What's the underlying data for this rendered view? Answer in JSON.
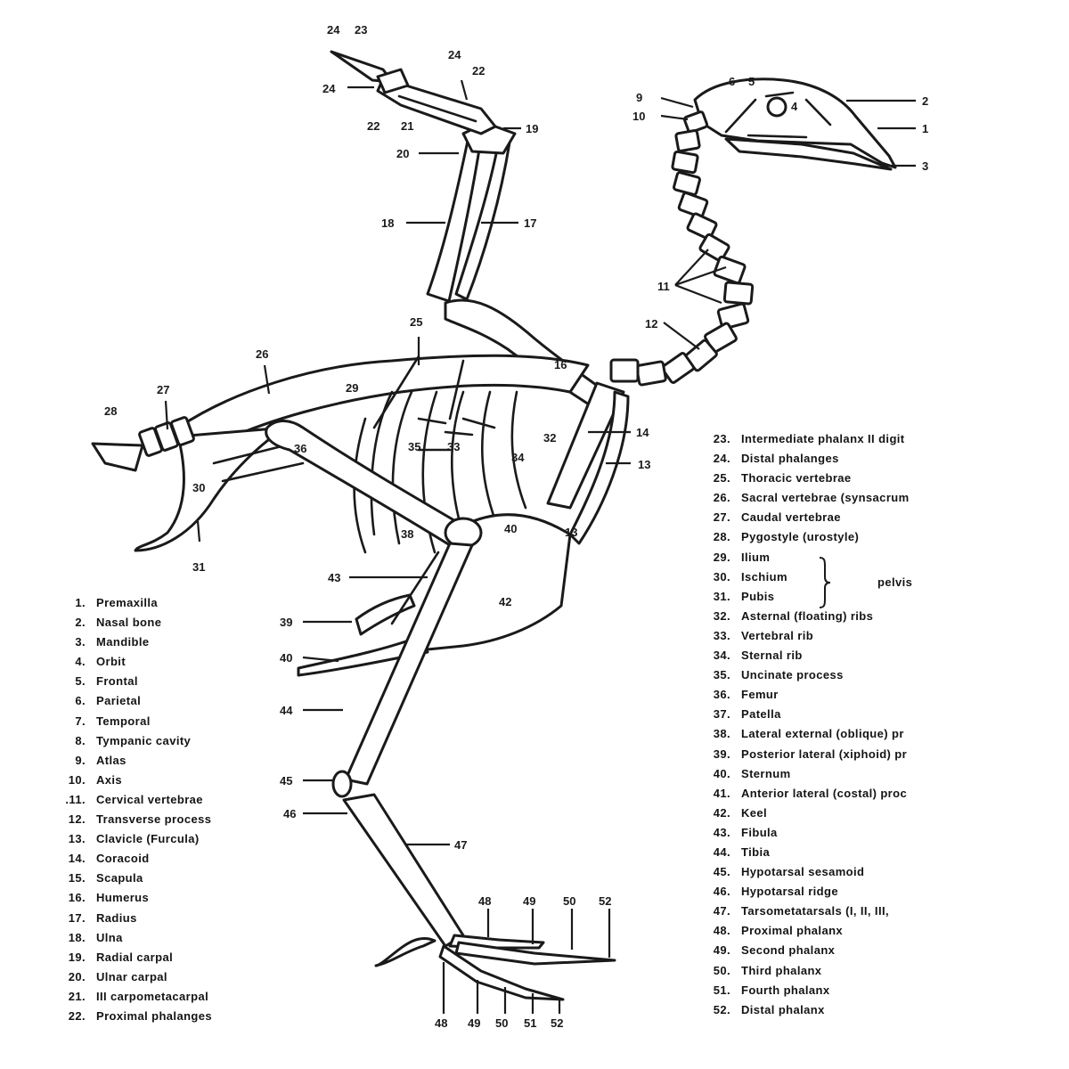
{
  "figure": {
    "callouts": [
      "1",
      "2",
      "3",
      "4",
      "5",
      "6",
      "9",
      "10",
      "11",
      "12",
      "13",
      "14",
      "16",
      "17",
      "18",
      "19",
      "20",
      "21",
      "22",
      "23",
      "24",
      "25",
      "26",
      "27",
      "28",
      "29",
      "30",
      "31",
      "32",
      "33",
      "34",
      "35",
      "36",
      "38",
      "39",
      "40",
      "42",
      "43",
      "44",
      "45",
      "46",
      "47",
      "48",
      "49",
      "50",
      "51",
      "52"
    ]
  },
  "legend": {
    "left": [
      {
        "num": "1.",
        "label": "Premaxilla"
      },
      {
        "num": "2.",
        "label": "Nasal bone"
      },
      {
        "num": "3.",
        "label": "Mandible"
      },
      {
        "num": "4.",
        "label": "Orbit"
      },
      {
        "num": "5.",
        "label": "Frontal"
      },
      {
        "num": "6.",
        "label": "Parietal"
      },
      {
        "num": "7.",
        "label": "Temporal"
      },
      {
        "num": "8.",
        "label": "Tympanic cavity"
      },
      {
        "num": "9.",
        "label": "Atlas"
      },
      {
        "num": "10.",
        "label": "Axis"
      },
      {
        "num": ".11.",
        "label": "Cervical vertebrae"
      },
      {
        "num": "12.",
        "label": "Transverse process"
      },
      {
        "num": "13.",
        "label": "Clavicle (Furcula)"
      },
      {
        "num": "14.",
        "label": "Coracoid"
      },
      {
        "num": "15.",
        "label": "Scapula"
      },
      {
        "num": "16.",
        "label": "Humerus"
      },
      {
        "num": "17.",
        "label": "Radius"
      },
      {
        "num": "18.",
        "label": "Ulna"
      },
      {
        "num": "19.",
        "label": "Radial carpal"
      },
      {
        "num": "20.",
        "label": "Ulnar carpal"
      },
      {
        "num": "21.",
        "label": "III carpometacarpal"
      },
      {
        "num": "22.",
        "label": "Proximal phalanges"
      }
    ],
    "right": [
      {
        "num": "23.",
        "label": "Intermediate phalanx II digit"
      },
      {
        "num": "24.",
        "label": "Distal phalanges"
      },
      {
        "num": "25.",
        "label": "Thoracic vertebrae"
      },
      {
        "num": "26.",
        "label": "Sacral vertebrae (synsacrum"
      },
      {
        "num": "27.",
        "label": "Caudal vertebrae"
      },
      {
        "num": "28.",
        "label": "Pygostyle (urostyle)"
      },
      {
        "num": "29.",
        "label": "Ilium"
      },
      {
        "num": "30.",
        "label": "Ischium"
      },
      {
        "num": "31.",
        "label": "Pubis"
      },
      {
        "num": "32.",
        "label": "Asternal (floating) ribs"
      },
      {
        "num": "33.",
        "label": "Vertebral rib"
      },
      {
        "num": "34.",
        "label": "Sternal rib"
      },
      {
        "num": "35.",
        "label": "Uncinate process"
      },
      {
        "num": "36.",
        "label": "Femur"
      },
      {
        "num": "37.",
        "label": "Patella"
      },
      {
        "num": "38.",
        "label": "Lateral external (oblique) pr"
      },
      {
        "num": "39.",
        "label": "Posterior lateral (xiphoid) pr"
      },
      {
        "num": "40.",
        "label": "Sternum"
      },
      {
        "num": "41.",
        "label": "Anterior lateral (costal) proc"
      },
      {
        "num": "42.",
        "label": "Keel"
      },
      {
        "num": "43.",
        "label": "Fibula"
      },
      {
        "num": "44.",
        "label": "Tibia"
      },
      {
        "num": "45.",
        "label": "Hypotarsal sesamoid"
      },
      {
        "num": "46.",
        "label": "Hypotarsal ridge"
      },
      {
        "num": "47.",
        "label": "Tarsometatarsals (I, II, III,"
      },
      {
        "num": "48.",
        "label": "Proximal phalanx"
      },
      {
        "num": "49.",
        "label": "Second phalanx"
      },
      {
        "num": "50.",
        "label": "Third phalanx"
      },
      {
        "num": "51.",
        "label": "Fourth phalanx"
      },
      {
        "num": "52.",
        "label": "Distal phalanx"
      }
    ],
    "group_label": "pelvis"
  }
}
